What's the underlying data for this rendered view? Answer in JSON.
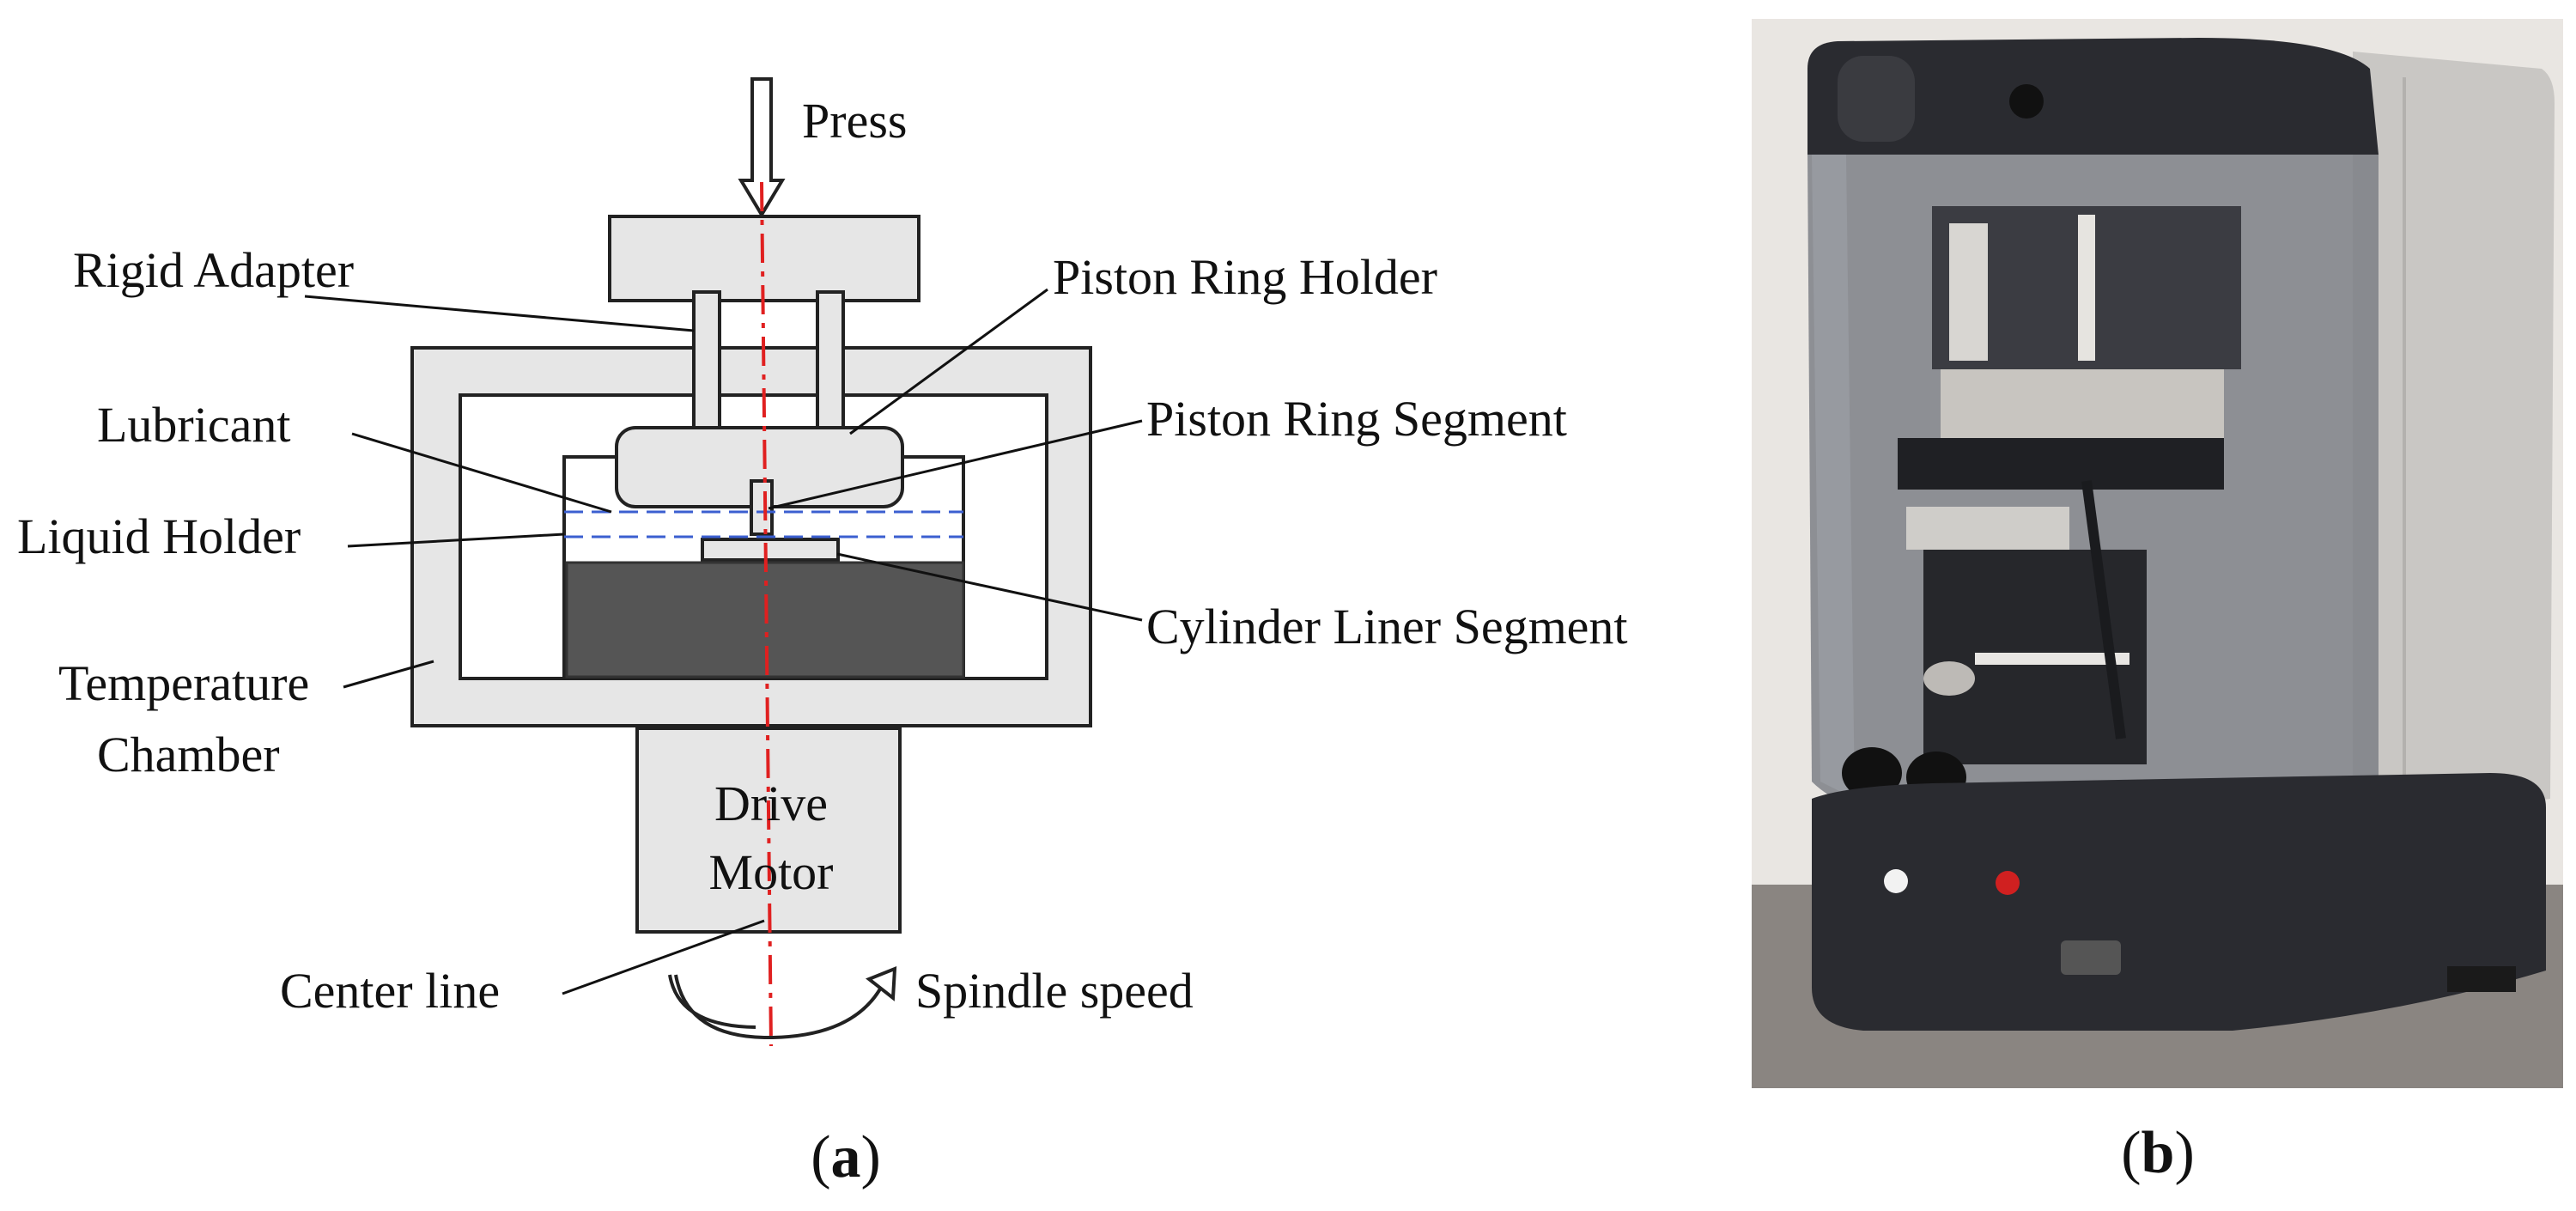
{
  "diagram": {
    "labels": {
      "press": "Press",
      "rigid_adapter": "Rigid Adapter",
      "piston_ring_holder": "Piston Ring Holder",
      "lubricant": "Lubricant",
      "piston_ring_segment": "Piston Ring Segment",
      "liquid_holder": "Liquid Holder",
      "cylinder_liner_segment": "Cylinder Liner Segment",
      "temperature_chamber_line1": "Temperature",
      "temperature_chamber_line2": "Chamber",
      "drive_motor_line1": "Drive",
      "drive_motor_line2": "Motor",
      "center_line": "Center line",
      "spindle_speed": "Spindle speed"
    },
    "colors": {
      "part_fill": "#e6e6e6",
      "outline": "#222222",
      "liner_block": "#555555",
      "lubricant_line": "#3b5fd0",
      "center_line": "#e02020"
    }
  },
  "captions": {
    "a": {
      "open": "(",
      "letter": "a",
      "close": ")"
    },
    "b": {
      "open": "(",
      "letter": "b",
      "close": ")"
    }
  },
  "photo": {
    "description_icon": "tribometer-machine-photo",
    "colors": {
      "body_dark": "#2a2b30",
      "side_panel": "#c9c7c4",
      "background": "#e9e6e2",
      "table": "#8a8581",
      "button_white": "#f2f2f2",
      "button_red": "#d02020"
    }
  }
}
